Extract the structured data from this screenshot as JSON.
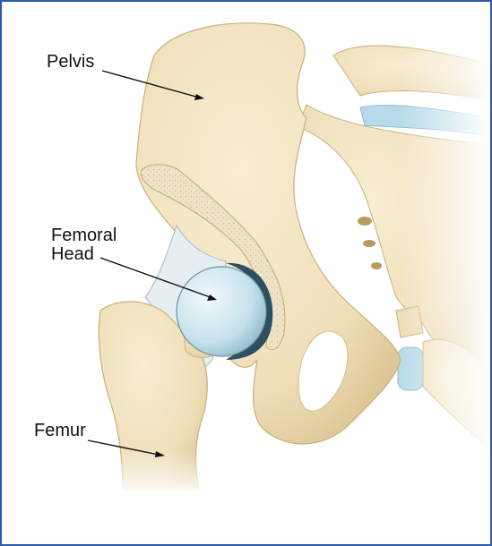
{
  "labels": {
    "pelvis": "Pelvis",
    "femoral_head_line1": "Femoral",
    "femoral_head_line2": "Head",
    "femur": "Femur"
  },
  "colors": {
    "border": "#2a5aa8",
    "bone": "#f3e6c4",
    "bone_shadow": "#ddc89a",
    "cartilage": "#c9e3ee",
    "marrow": "#efe3c8"
  }
}
